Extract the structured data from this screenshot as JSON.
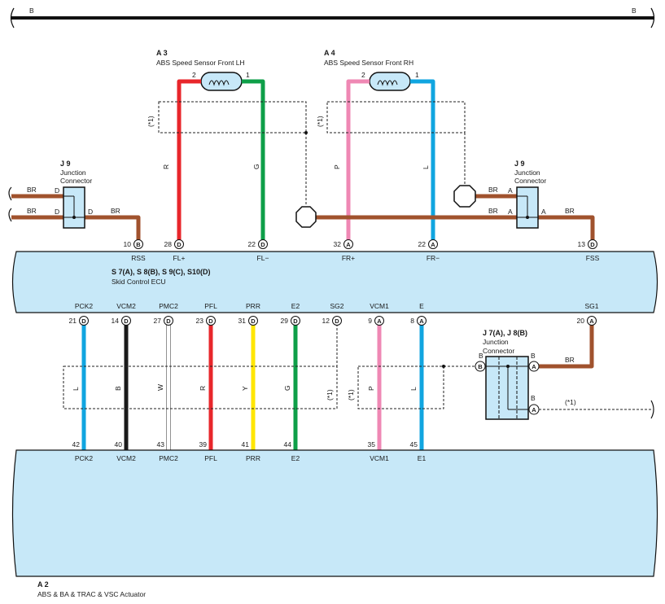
{
  "bus": {
    "left_label": "B",
    "right_label": "B"
  },
  "colors": {
    "BR": "#a0522d",
    "R": "#e8262b",
    "G": "#0e9f48",
    "P": "#ef88b4",
    "L": "#10a5e0",
    "B": "#1a1a1a",
    "W": "#ffffff",
    "Y": "#ffe600",
    "ecu_fill": "#c7e8f8",
    "connector_fill": "#c7e8f8"
  },
  "sensors": [
    {
      "id": "A 3",
      "name": "ABS Speed Sensor Front LH",
      "pin_left": "2",
      "pin_right": "1"
    },
    {
      "id": "A 4",
      "name": "ABS Speed Sensor Front RH",
      "pin_left": "2",
      "pin_right": "1"
    }
  ],
  "junction_left": {
    "id": "J 9",
    "line1": "Junction",
    "line2": "Connector"
  },
  "junction_right": {
    "id": "J 9",
    "line1": "Junction",
    "line2": "Connector"
  },
  "junction_lower": {
    "id": "J 7(A), J 8(B)",
    "line1": "Junction",
    "line2": "Connector"
  },
  "shield_note": "(*1)",
  "wire_letters": {
    "BR": "BR",
    "R": "R",
    "G": "G",
    "P": "P",
    "L": "L",
    "B": "B",
    "W": "W",
    "Y": "Y",
    "D": "D",
    "A": "A"
  },
  "ecu": {
    "title": "S 7(A), S 8(B), S 9(C), S10(D)",
    "subtitle": "Skid Control ECU",
    "top_pins": [
      {
        "num": "10",
        "conn": "B",
        "name": "RSS"
      },
      {
        "num": "28",
        "conn": "D",
        "name": "FL+"
      },
      {
        "num": "22",
        "conn": "D",
        "name": "FL−"
      },
      {
        "num": "32",
        "conn": "A",
        "name": "FR+"
      },
      {
        "num": "22",
        "conn": "A",
        "name": "FR−"
      },
      {
        "num": "13",
        "conn": "D",
        "name": "FSS"
      }
    ],
    "bottom_pins": [
      {
        "num": "21",
        "conn": "D",
        "name": "PCK2"
      },
      {
        "num": "14",
        "conn": "D",
        "name": "VCM2"
      },
      {
        "num": "27",
        "conn": "D",
        "name": "PMC2"
      },
      {
        "num": "23",
        "conn": "D",
        "name": "PFL"
      },
      {
        "num": "31",
        "conn": "D",
        "name": "PRR"
      },
      {
        "num": "29",
        "conn": "D",
        "name": "E2"
      },
      {
        "num": "12",
        "conn": "D",
        "name": "SG2"
      },
      {
        "num": "9",
        "conn": "A",
        "name": "VCM1"
      },
      {
        "num": "8",
        "conn": "A",
        "name": "E"
      },
      {
        "num": "20",
        "conn": "A",
        "name": "SG1"
      }
    ]
  },
  "actuator": {
    "id": "A 2",
    "name": "ABS & BA & TRAC & VSC Actuator",
    "pins": [
      {
        "num": "42",
        "name": "PCK2"
      },
      {
        "num": "40",
        "name": "VCM2"
      },
      {
        "num": "43",
        "name": "PMC2"
      },
      {
        "num": "39",
        "name": "PFL"
      },
      {
        "num": "41",
        "name": "PRR"
      },
      {
        "num": "44",
        "name": "E2"
      },
      {
        "num": "35",
        "name": "VCM1"
      },
      {
        "num": "45",
        "name": "E1"
      }
    ]
  }
}
